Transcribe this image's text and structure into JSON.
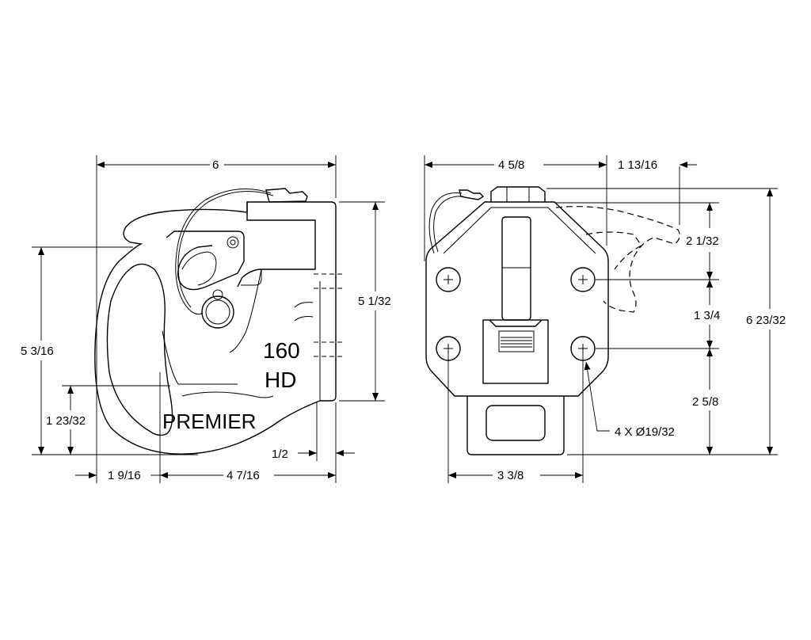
{
  "side_view": {
    "model_number": "160",
    "model_suffix": "HD",
    "brand": "PREMIER",
    "dims": {
      "overall_width": "6",
      "body_height": "5 1/32",
      "overall_height": "5 3/16",
      "throat_height": "1 23/32",
      "nose_width": "1 9/16",
      "body_length": "4 7/16",
      "plate_thickness": "1/2"
    }
  },
  "front_view": {
    "dims": {
      "overall_width": "4 5/8",
      "latch_offset": "1 13/16",
      "upper_offset": "2 1/32",
      "bolt_spacing": "1 3/4",
      "lower_offset": "2 5/8",
      "overall_height": "6 23/32",
      "bolt_width": "3 3/8",
      "hole_callout": "4 X Ø19/32"
    }
  }
}
